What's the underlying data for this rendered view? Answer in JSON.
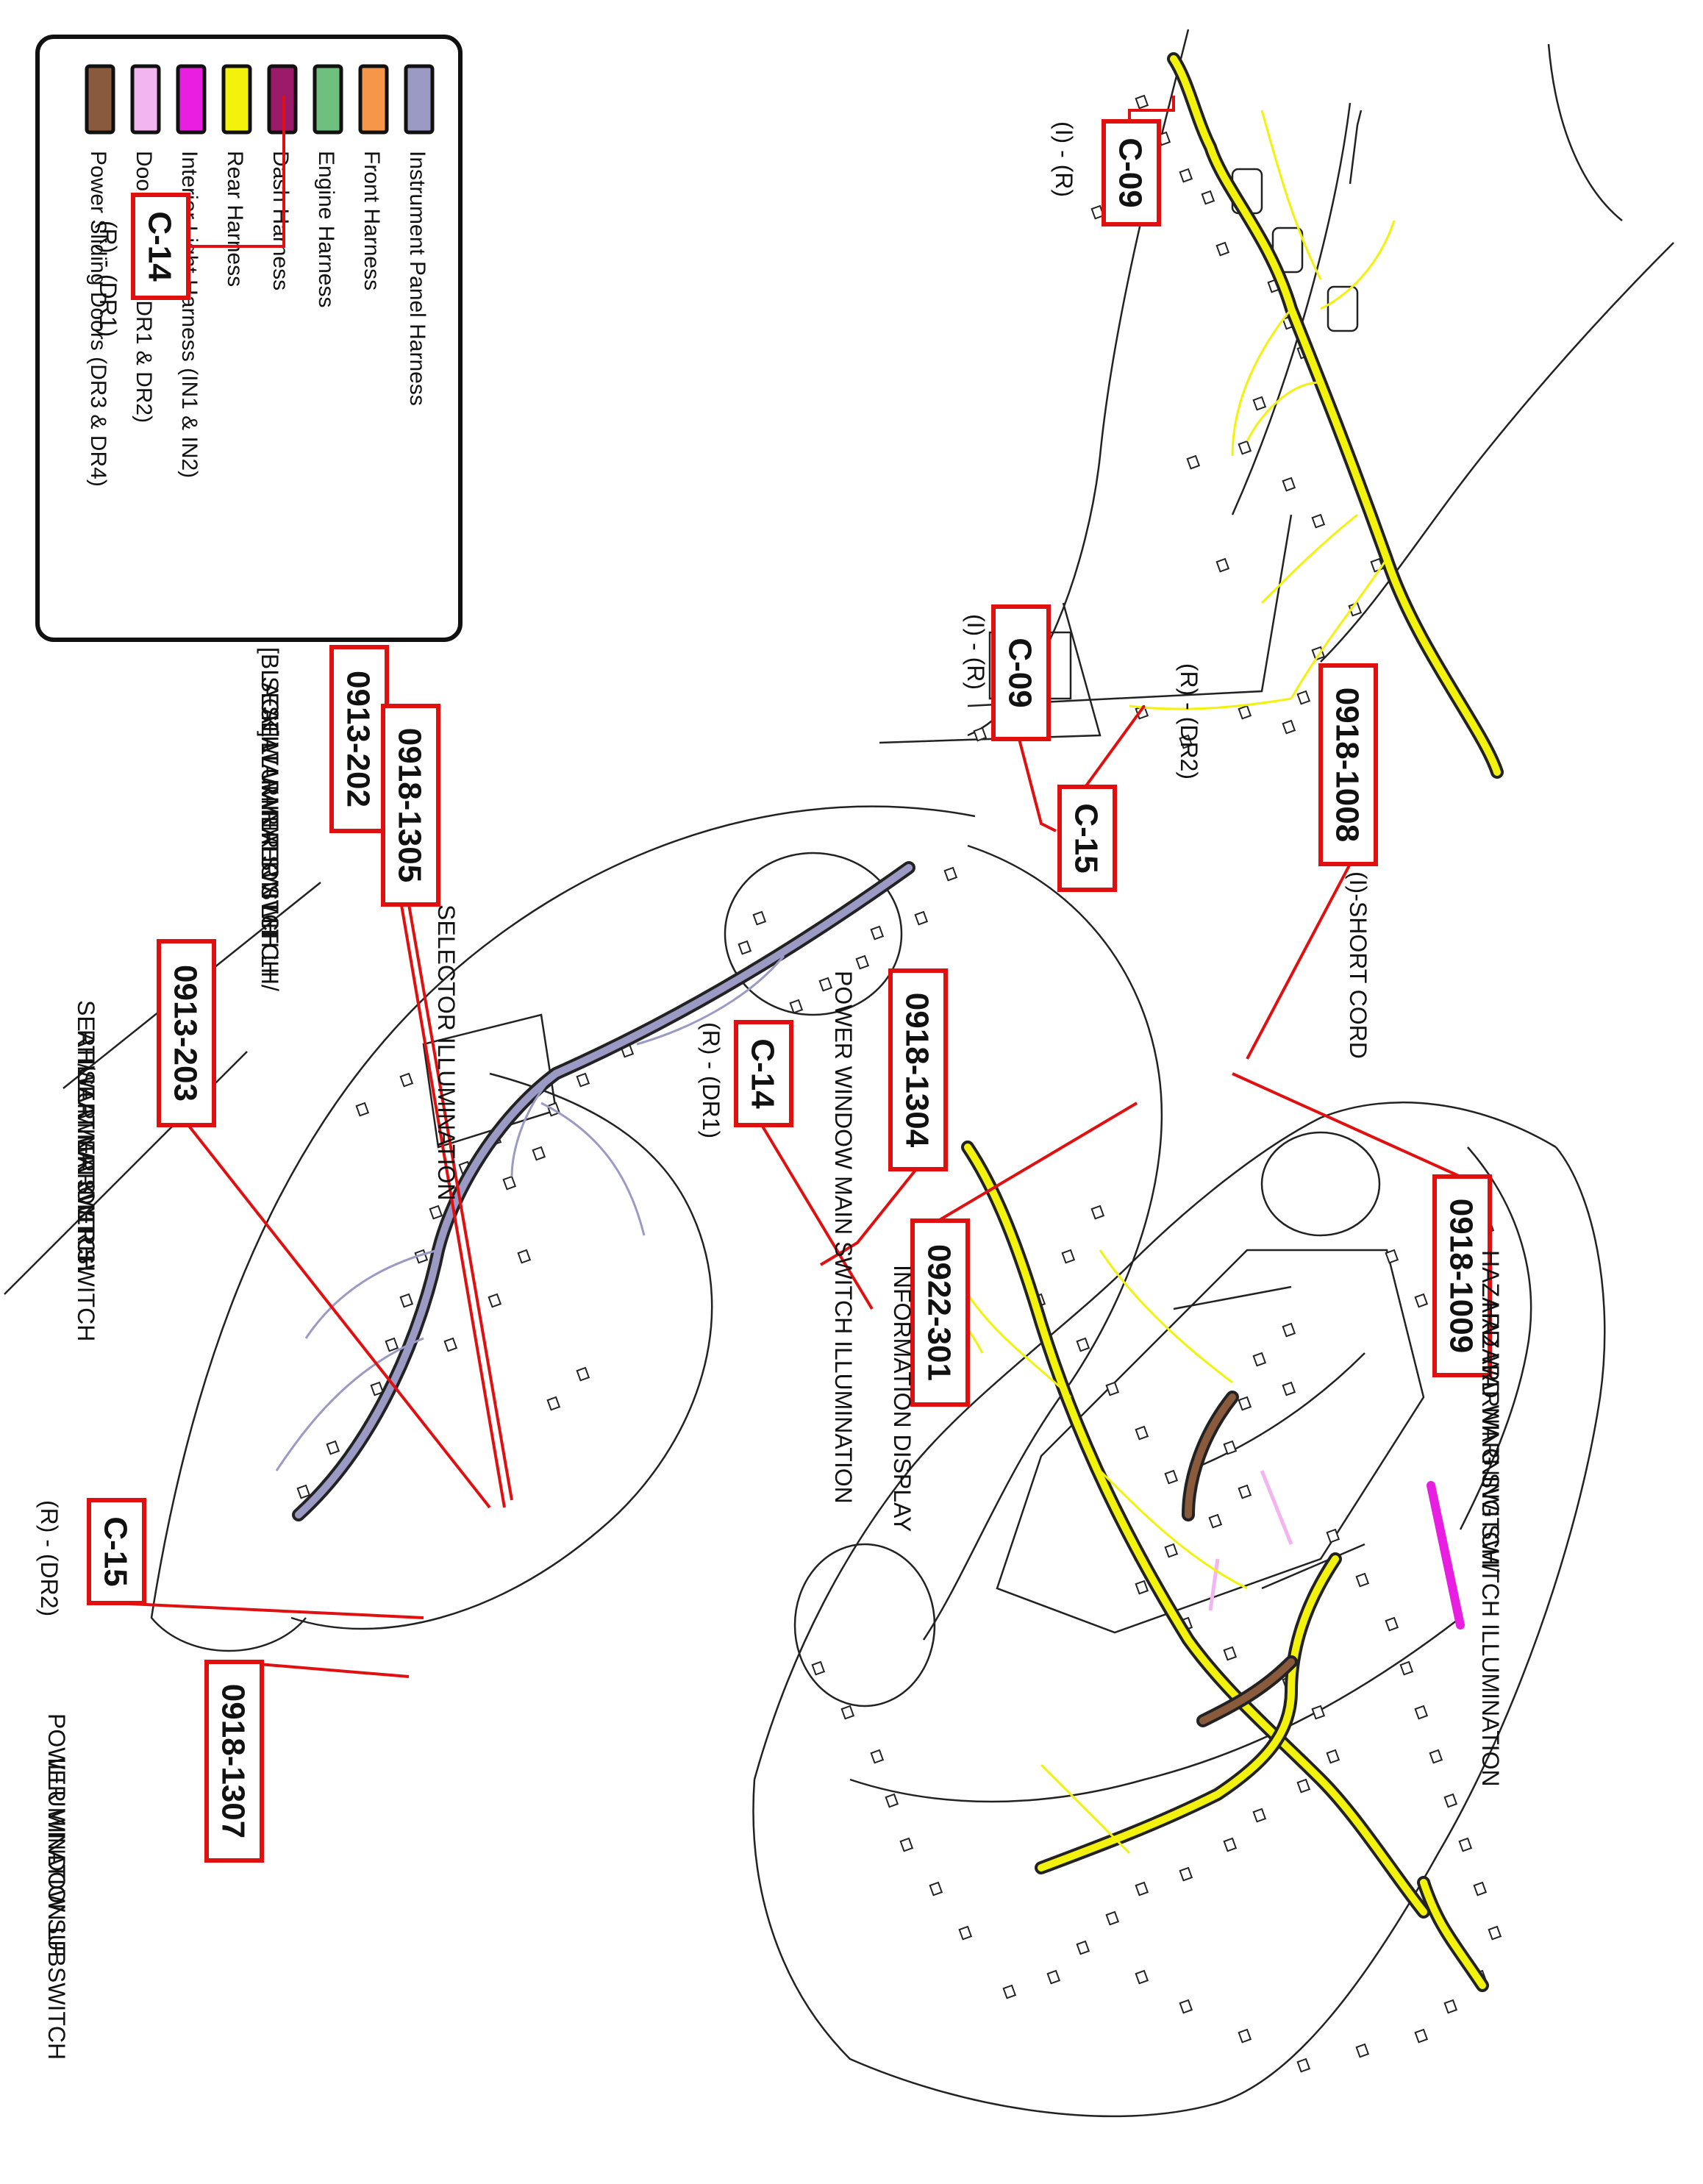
{
  "legend": {
    "items": [
      {
        "name": "Instrument Panel Harness",
        "color": "#9a9ac4"
      },
      {
        "name": "Front Harness",
        "color": "#f5964a"
      },
      {
        "name": "Engine Harness",
        "color": "#6fbf7f"
      },
      {
        "name": "Dash Harness",
        "color": "#9c1a6a"
      },
      {
        "name": "Rear Harness",
        "color": "#f2f20c"
      },
      {
        "name": "Interior Light Harness (IN1 & IN2)",
        "color": "#e81fe0"
      },
      {
        "name": "Door Harness (DR1 & DR2)",
        "color": "#f3b5f0"
      },
      {
        "name": "Power Sliding Doors (DR3 & DR4)",
        "color": "#8a5a3c"
      }
    ]
  },
  "callouts": {
    "top_c09": {
      "code": "C-09",
      "pins": "(I) - (R)"
    },
    "top_c14": {
      "code": "C-14",
      "pins": "(R) - (DR1)"
    },
    "top_c15": {
      "code": "C-15",
      "pins": "(R) - (DR2)"
    },
    "mid_c09": {
      "code": "C-09",
      "pins": "(I) - (R)"
    },
    "mid_0918_1008": {
      "code": "0918-1008",
      "desc": "(I)-SHORT CORD"
    },
    "mid_0918_1009": {
      "code": "0918-1009",
      "desc1": "HAZARD WARNING SWITCH/",
      "desc2": "HAZARD WARNING SWITCH ILLUMINATION"
    },
    "mid_0922_301": {
      "code": "0922-301",
      "desc": "INFORMATION DISPLAY"
    },
    "bot_0913_202": {
      "code": "0913-202",
      "desc1": "[BLACK]",
      "desc2": "SEAT WARMER SWITCH LH/",
      "desc3": "SEAT WARMER SWITCH",
      "desc4": "ILLUMINATION LH"
    },
    "bot_0918_1305": {
      "code": "0918-1305",
      "desc": "SELECTOR ILLUMINATION"
    },
    "bot_0913_203": {
      "code": "0913-203",
      "desc1": "SEAT WARMER SWITCH",
      "desc2": "RH/SEAT WARMER SWITCH",
      "desc3": "ILLUMINATION RH"
    },
    "bot_c14": {
      "code": "C-14",
      "pins": "(R) - (DR1)"
    },
    "bot_0918_1304": {
      "code": "0918-1304",
      "desc": "POWER WINDOW MAIN SWITCH ILLUMINATION"
    },
    "bot_c15": {
      "code": "C-15",
      "pins": "(R) - (DR2)"
    },
    "bot_0918_1307": {
      "code": "0918-1307",
      "desc1": "POWER WINDOW SUBSWITCH",
      "desc2": "ILLUMINATION LF"
    }
  },
  "colors": {
    "callout_red": "#e01010",
    "outline": "#222222",
    "rear": "#f2f20c",
    "instrument": "#9a9ac4",
    "dash": "#9c1a6a",
    "interior": "#e81fe0",
    "door": "#f3b5f0",
    "sliding": "#8a5a3c"
  }
}
